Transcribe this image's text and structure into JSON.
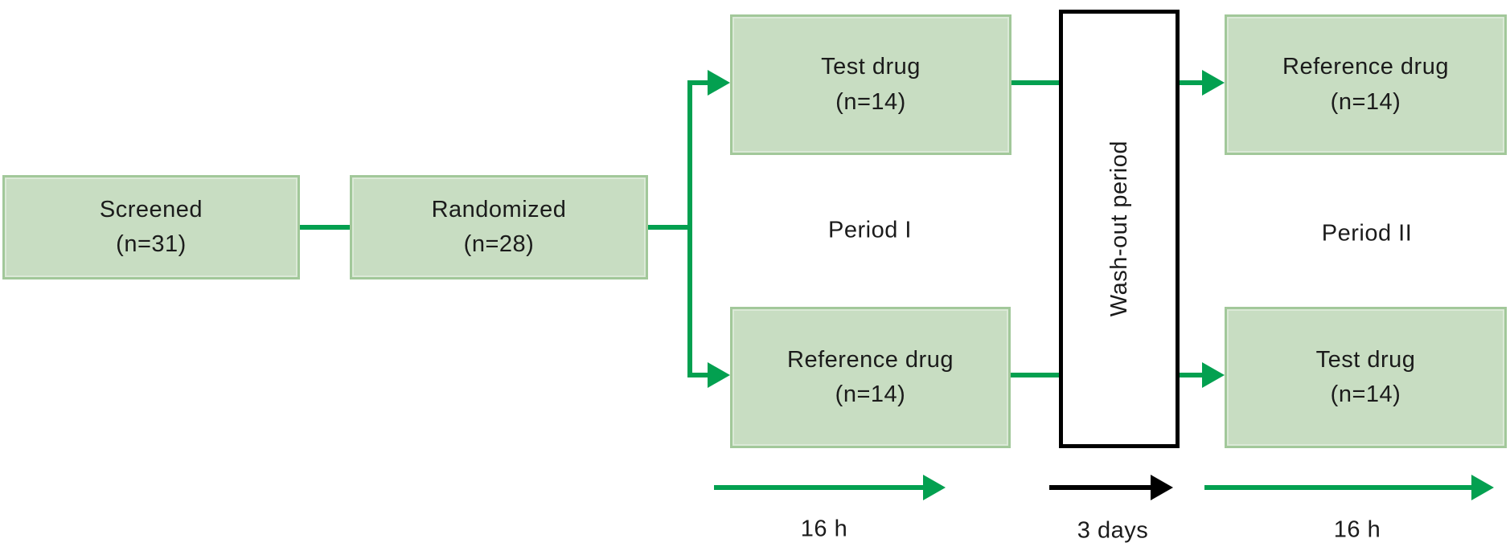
{
  "diagram": {
    "boxes": {
      "screened": {
        "line1": "Screened",
        "line2": "(n=31)"
      },
      "randomized": {
        "line1": "Randomized",
        "line2": "(n=28)"
      },
      "test_drug_p1": {
        "line1": "Test drug",
        "line2": "(n=14)"
      },
      "ref_drug_p1": {
        "line1": "Reference drug",
        "line2": "(n=14)"
      },
      "ref_drug_p2": {
        "line1": "Reference drug",
        "line2": "(n=14)"
      },
      "test_drug_p2": {
        "line1": "Test  drug",
        "line2": "(n=14)"
      },
      "washout": {
        "label": "Wash-out period"
      }
    },
    "period_labels": {
      "period1": "Period I",
      "period2": "Period II"
    },
    "timeline": {
      "period1_duration": "16 h",
      "washout_duration": "3 days",
      "period2_duration": "16 h"
    },
    "colors": {
      "box_fill": "#c8ddc2",
      "box_border": "#a2c89a",
      "arrow_green": "#03a050",
      "arrow_black": "#000000",
      "washout_fill": "#ffffff",
      "washout_border": "#000000"
    }
  }
}
